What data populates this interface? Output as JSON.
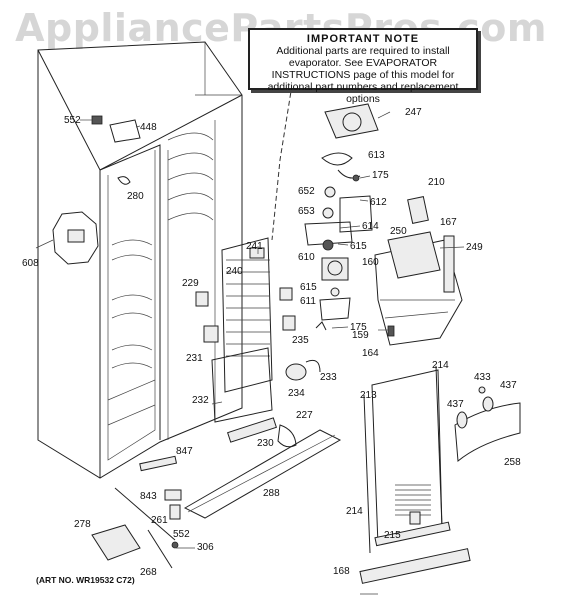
{
  "watermark": "AppliancePartsPros.com",
  "notice": {
    "title": "IMPORTANT NOTE",
    "body": "Additional parts are required to install evaporator. See EVAPORATOR INSTRUCTIONS page of this model for additional part numbers and replacement options"
  },
  "parts": [
    {
      "label": "552"
    },
    {
      "label": "448"
    },
    {
      "label": "280"
    },
    {
      "label": "608"
    },
    {
      "label": "247"
    },
    {
      "label": "613"
    },
    {
      "label": "175"
    },
    {
      "label": "652"
    },
    {
      "label": "612"
    },
    {
      "label": "653"
    },
    {
      "label": "614"
    },
    {
      "label": "615"
    },
    {
      "label": "610"
    },
    {
      "label": "615"
    },
    {
      "label": "611"
    },
    {
      "label": "175"
    },
    {
      "label": "210"
    },
    {
      "label": "167"
    },
    {
      "label": "250"
    },
    {
      "label": "249"
    },
    {
      "label": "160"
    },
    {
      "label": "159"
    },
    {
      "label": "164"
    },
    {
      "label": "241"
    },
    {
      "label": "240"
    },
    {
      "label": "229"
    },
    {
      "label": "231"
    },
    {
      "label": "235"
    },
    {
      "label": "233"
    },
    {
      "label": "234"
    },
    {
      "label": "232"
    },
    {
      "label": "227"
    },
    {
      "label": "230"
    },
    {
      "label": "214"
    },
    {
      "label": "213"
    },
    {
      "label": "433"
    },
    {
      "label": "437"
    },
    {
      "label": "437"
    },
    {
      "label": "258"
    },
    {
      "label": "847"
    },
    {
      "label": "843"
    },
    {
      "label": "288"
    },
    {
      "label": "261"
    },
    {
      "label": "552"
    },
    {
      "label": "278"
    },
    {
      "label": "306"
    },
    {
      "label": "268"
    },
    {
      "label": "214"
    },
    {
      "label": "215"
    },
    {
      "label": "168"
    }
  ],
  "art_number": "(ART NO. WR19532 C72)"
}
